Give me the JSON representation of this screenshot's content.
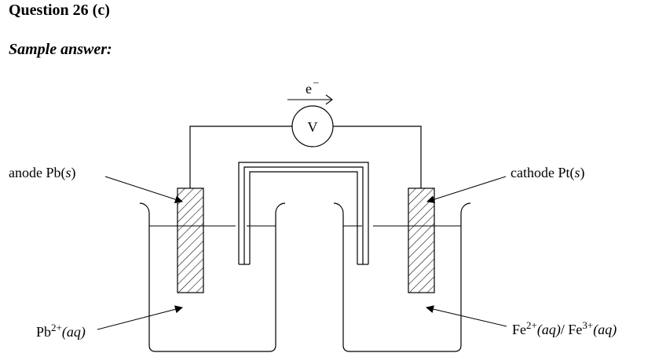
{
  "heading": {
    "question": "Question 26 (c)",
    "subtitle": "Sample answer:"
  },
  "diagram": {
    "electron_symbol": "e",
    "electron_charge": "–",
    "voltmeter_symbol": "V",
    "anode": {
      "prefix": "anode Pb(",
      "state": "s",
      "suffix": ")"
    },
    "cathode": {
      "prefix": "cathode Pt(",
      "state": "s",
      "suffix": ")"
    },
    "left_solution": {
      "species": "Pb",
      "charge": "2+",
      "state": "(aq)"
    },
    "right_solution": {
      "species1": "Fe",
      "charge1": "2+",
      "state1": "(aq)",
      "separator": "/ ",
      "species2": "Fe",
      "charge2": "3+",
      "state2": "(aq)"
    }
  }
}
